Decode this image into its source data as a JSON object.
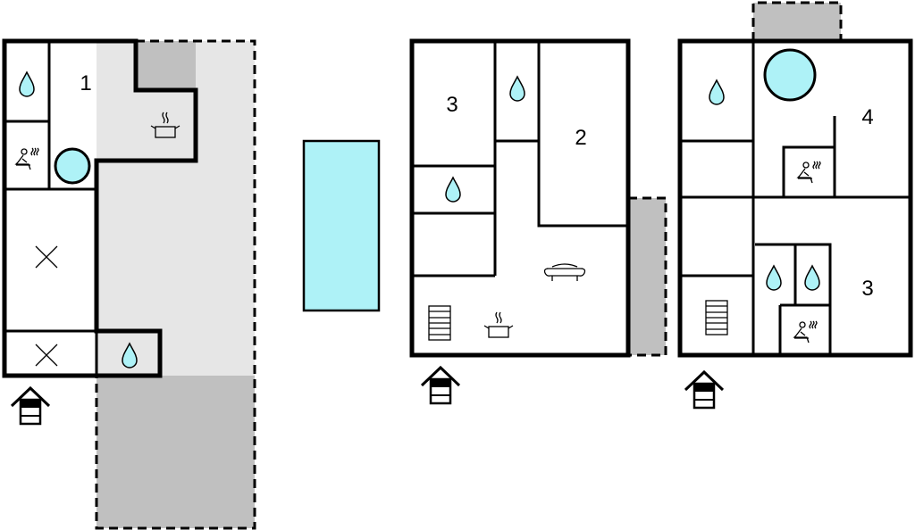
{
  "colors": {
    "water": "#aef2f7",
    "terrace": "#e6e6e6",
    "roofed": "#c0c0c0",
    "wall": "#000000"
  },
  "plans": [
    {
      "name": "ground-floor-annex",
      "rooms": [
        {
          "label": "1"
        }
      ]
    },
    {
      "name": "ground-floor-main",
      "rooms": [
        {
          "label": "3"
        },
        {
          "label": "2"
        }
      ]
    },
    {
      "name": "first-floor-main",
      "rooms": [
        {
          "label": "4"
        },
        {
          "label": "3"
        }
      ]
    }
  ],
  "icons": [
    "water-drop-icon",
    "sauna-icon",
    "hot-tub-icon",
    "kitchen-pot-icon",
    "cross-icon",
    "sofa-icon",
    "stairs-icon",
    "entrance-icon",
    "pool"
  ]
}
